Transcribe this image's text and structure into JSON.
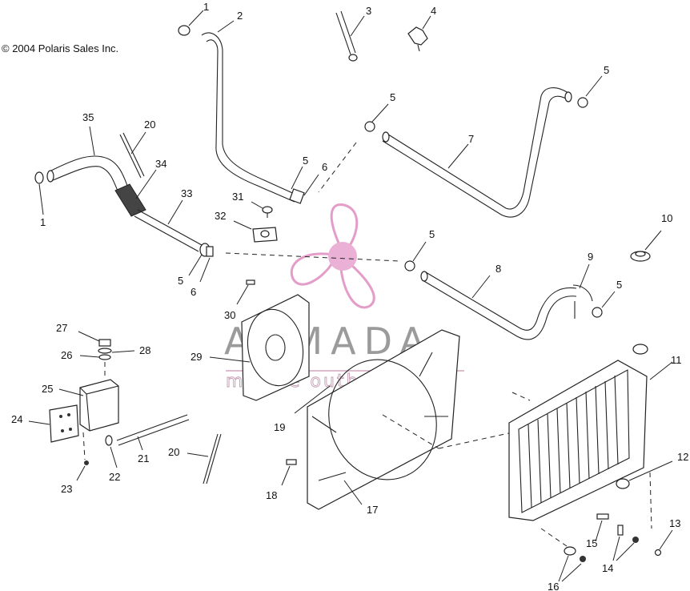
{
  "copyright": "© 2004 Polaris Sales Inc.",
  "watermark": {
    "word": "ARMADA",
    "subtitle": "marine outboards",
    "brand_color": "#e08cc0",
    "accent_color": "#c996b3"
  },
  "callouts": [
    {
      "id": "c1a",
      "text": "1"
    },
    {
      "id": "c2",
      "text": "2"
    },
    {
      "id": "c3",
      "text": "3"
    },
    {
      "id": "c4",
      "text": "4"
    },
    {
      "id": "c5a",
      "text": "5"
    },
    {
      "id": "c5b",
      "text": "5"
    },
    {
      "id": "c7",
      "text": "7"
    },
    {
      "id": "c35",
      "text": "35"
    },
    {
      "id": "c20a",
      "text": "20"
    },
    {
      "id": "c34",
      "text": "34"
    },
    {
      "id": "c5c",
      "text": "5"
    },
    {
      "id": "c6a",
      "text": "6"
    },
    {
      "id": "c33",
      "text": "33"
    },
    {
      "id": "c31",
      "text": "31"
    },
    {
      "id": "c32",
      "text": "32"
    },
    {
      "id": "c1b",
      "text": "1"
    },
    {
      "id": "c10",
      "text": "10"
    },
    {
      "id": "c5d",
      "text": "5"
    },
    {
      "id": "c8",
      "text": "8"
    },
    {
      "id": "c9",
      "text": "9"
    },
    {
      "id": "c5e",
      "text": "5"
    },
    {
      "id": "c6b",
      "text": "6"
    },
    {
      "id": "c5f",
      "text": "5"
    },
    {
      "id": "c30",
      "text": "30"
    },
    {
      "id": "c27",
      "text": "27"
    },
    {
      "id": "c28",
      "text": "28"
    },
    {
      "id": "c26",
      "text": "26"
    },
    {
      "id": "c29",
      "text": "29"
    },
    {
      "id": "c11",
      "text": "11"
    },
    {
      "id": "c25",
      "text": "25"
    },
    {
      "id": "c19",
      "text": "19"
    },
    {
      "id": "c24",
      "text": "24"
    },
    {
      "id": "c21",
      "text": "21"
    },
    {
      "id": "c22",
      "text": "22"
    },
    {
      "id": "c20b",
      "text": "20"
    },
    {
      "id": "c12",
      "text": "12"
    },
    {
      "id": "c23",
      "text": "23"
    },
    {
      "id": "c18",
      "text": "18"
    },
    {
      "id": "c17",
      "text": "17"
    },
    {
      "id": "c15",
      "text": "15"
    },
    {
      "id": "c13",
      "text": "13"
    },
    {
      "id": "c14",
      "text": "14"
    },
    {
      "id": "c16",
      "text": "16"
    }
  ]
}
